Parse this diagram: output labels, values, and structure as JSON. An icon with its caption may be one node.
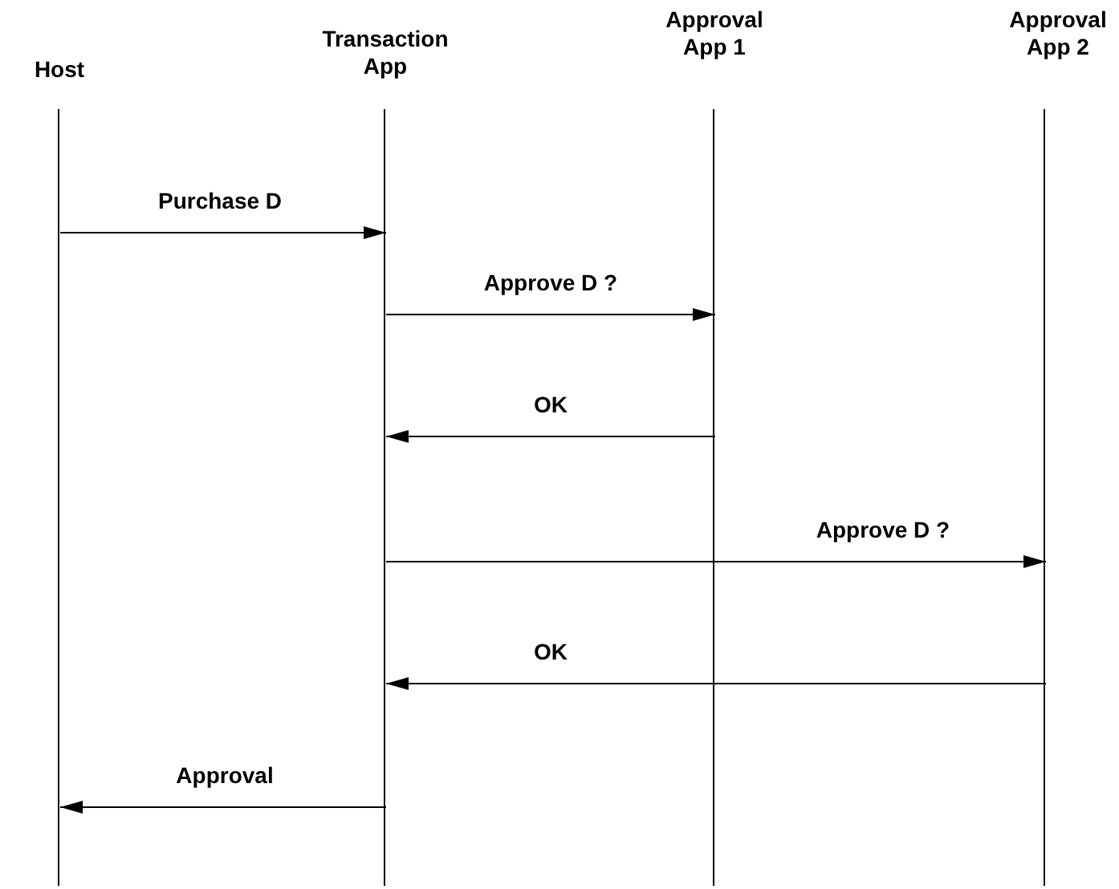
{
  "diagram": {
    "nodes": [
      {
        "text": [
          "Host"
        ]
      },
      {
        "text": [
          "Transaction App"
        ]
      },
      {
        "text": [
          "Approval App 1"
        ]
      },
      {
        "text": [
          "Approval App 2"
        ]
      }
    ],
    "edges": [
      {
        "from": 0,
        "to": 1,
        "arrow": "to",
        "label": "Purchase D"
      },
      {
        "from": 1,
        "to": 2,
        "arrow": "to",
        "label": "Approve D ?"
      },
      {
        "from": 2,
        "to": 1,
        "arrow": "to",
        "label": "OK"
      },
      {
        "from": 1,
        "to": 3,
        "arrow": "to",
        "label": "Approve D ?"
      },
      {
        "from": 3,
        "to": 1,
        "arrow": "to",
        "label": "OK"
      },
      {
        "from": 1,
        "to": 0,
        "arrow": "to",
        "label": "Approval"
      }
    ]
  }
}
